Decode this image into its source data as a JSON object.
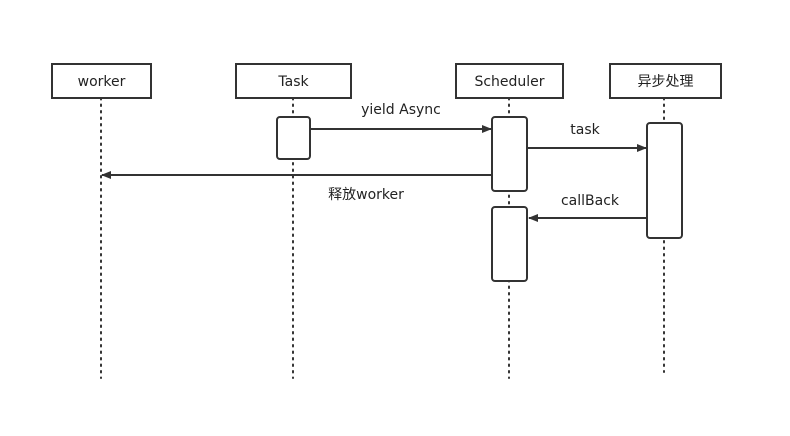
{
  "participants": {
    "worker": "worker",
    "task": "Task",
    "scheduler": "Scheduler",
    "async": "异步处理"
  },
  "messages": {
    "yield_async": "yield Async",
    "task": "task",
    "release_worker": "释放worker",
    "callback": "callBack"
  },
  "colors": {
    "stroke": "#333333",
    "background": "#ffffff"
  }
}
